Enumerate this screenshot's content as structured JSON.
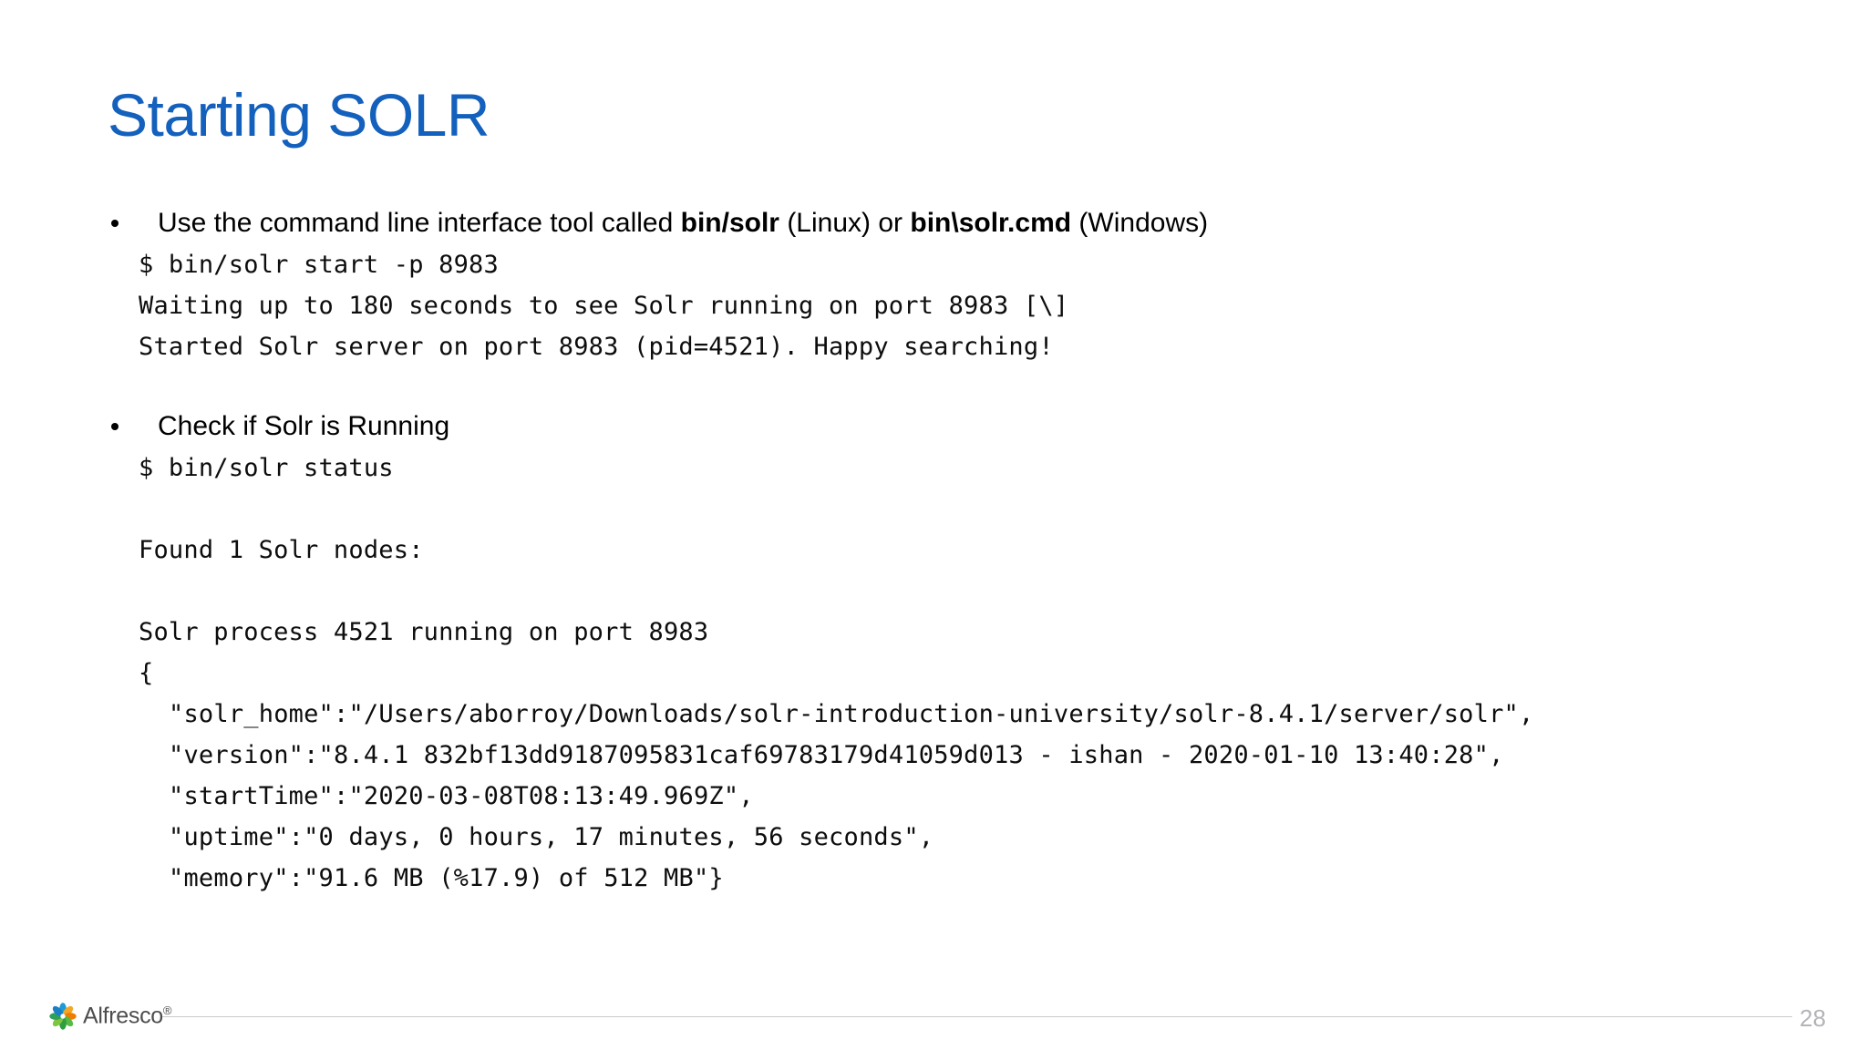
{
  "slide": {
    "title": "Starting SOLR",
    "page_number": "28",
    "title_color": "#1360bd",
    "text_color": "#000000",
    "page_number_color": "#b4b4b9"
  },
  "bullets": [
    {
      "marker": "bullet-dot",
      "prefix": "Use the command line interface tool called ",
      "bold1": "bin/solr",
      "mid": " (Linux) or ",
      "bold2": "bin\\solr.cmd",
      "suffix": " (Windows)"
    },
    {
      "marker": "bullet-dot",
      "text": "Check if Solr is Running"
    }
  ],
  "code_block_1": {
    "lines": [
      "$ bin/solr start -p 8983",
      "Waiting up to 180 seconds to see Solr running on port 8983 [\\]",
      "Started Solr server on port 8983 (pid=4521). Happy searching!"
    ]
  },
  "code_block_2": {
    "command": "$ bin/solr status",
    "found_line": "Found 1 Solr nodes:",
    "process_line": "Solr process 4521 running on port 8983",
    "brace_open": "{",
    "json_entries": [
      "\"solr_home\":\"/Users/aborroy/Downloads/solr-introduction-university/solr-8.4.1/server/solr\",",
      "\"version\":\"8.4.1 832bf13dd9187095831caf69783179d41059d013 - ishan - 2020-01-10 13:40:28\",",
      "\"startTime\":\"2020-03-08T08:13:49.969Z\",",
      "\"uptime\":\"0 days, 0 hours, 17 minutes, 56 seconds\",",
      "\"memory\":\"91.6 MB (%17.9) of 512 MB\"}"
    ]
  },
  "footer": {
    "brand": "Alfresco",
    "registered_mark": "®",
    "page_number": "28"
  }
}
